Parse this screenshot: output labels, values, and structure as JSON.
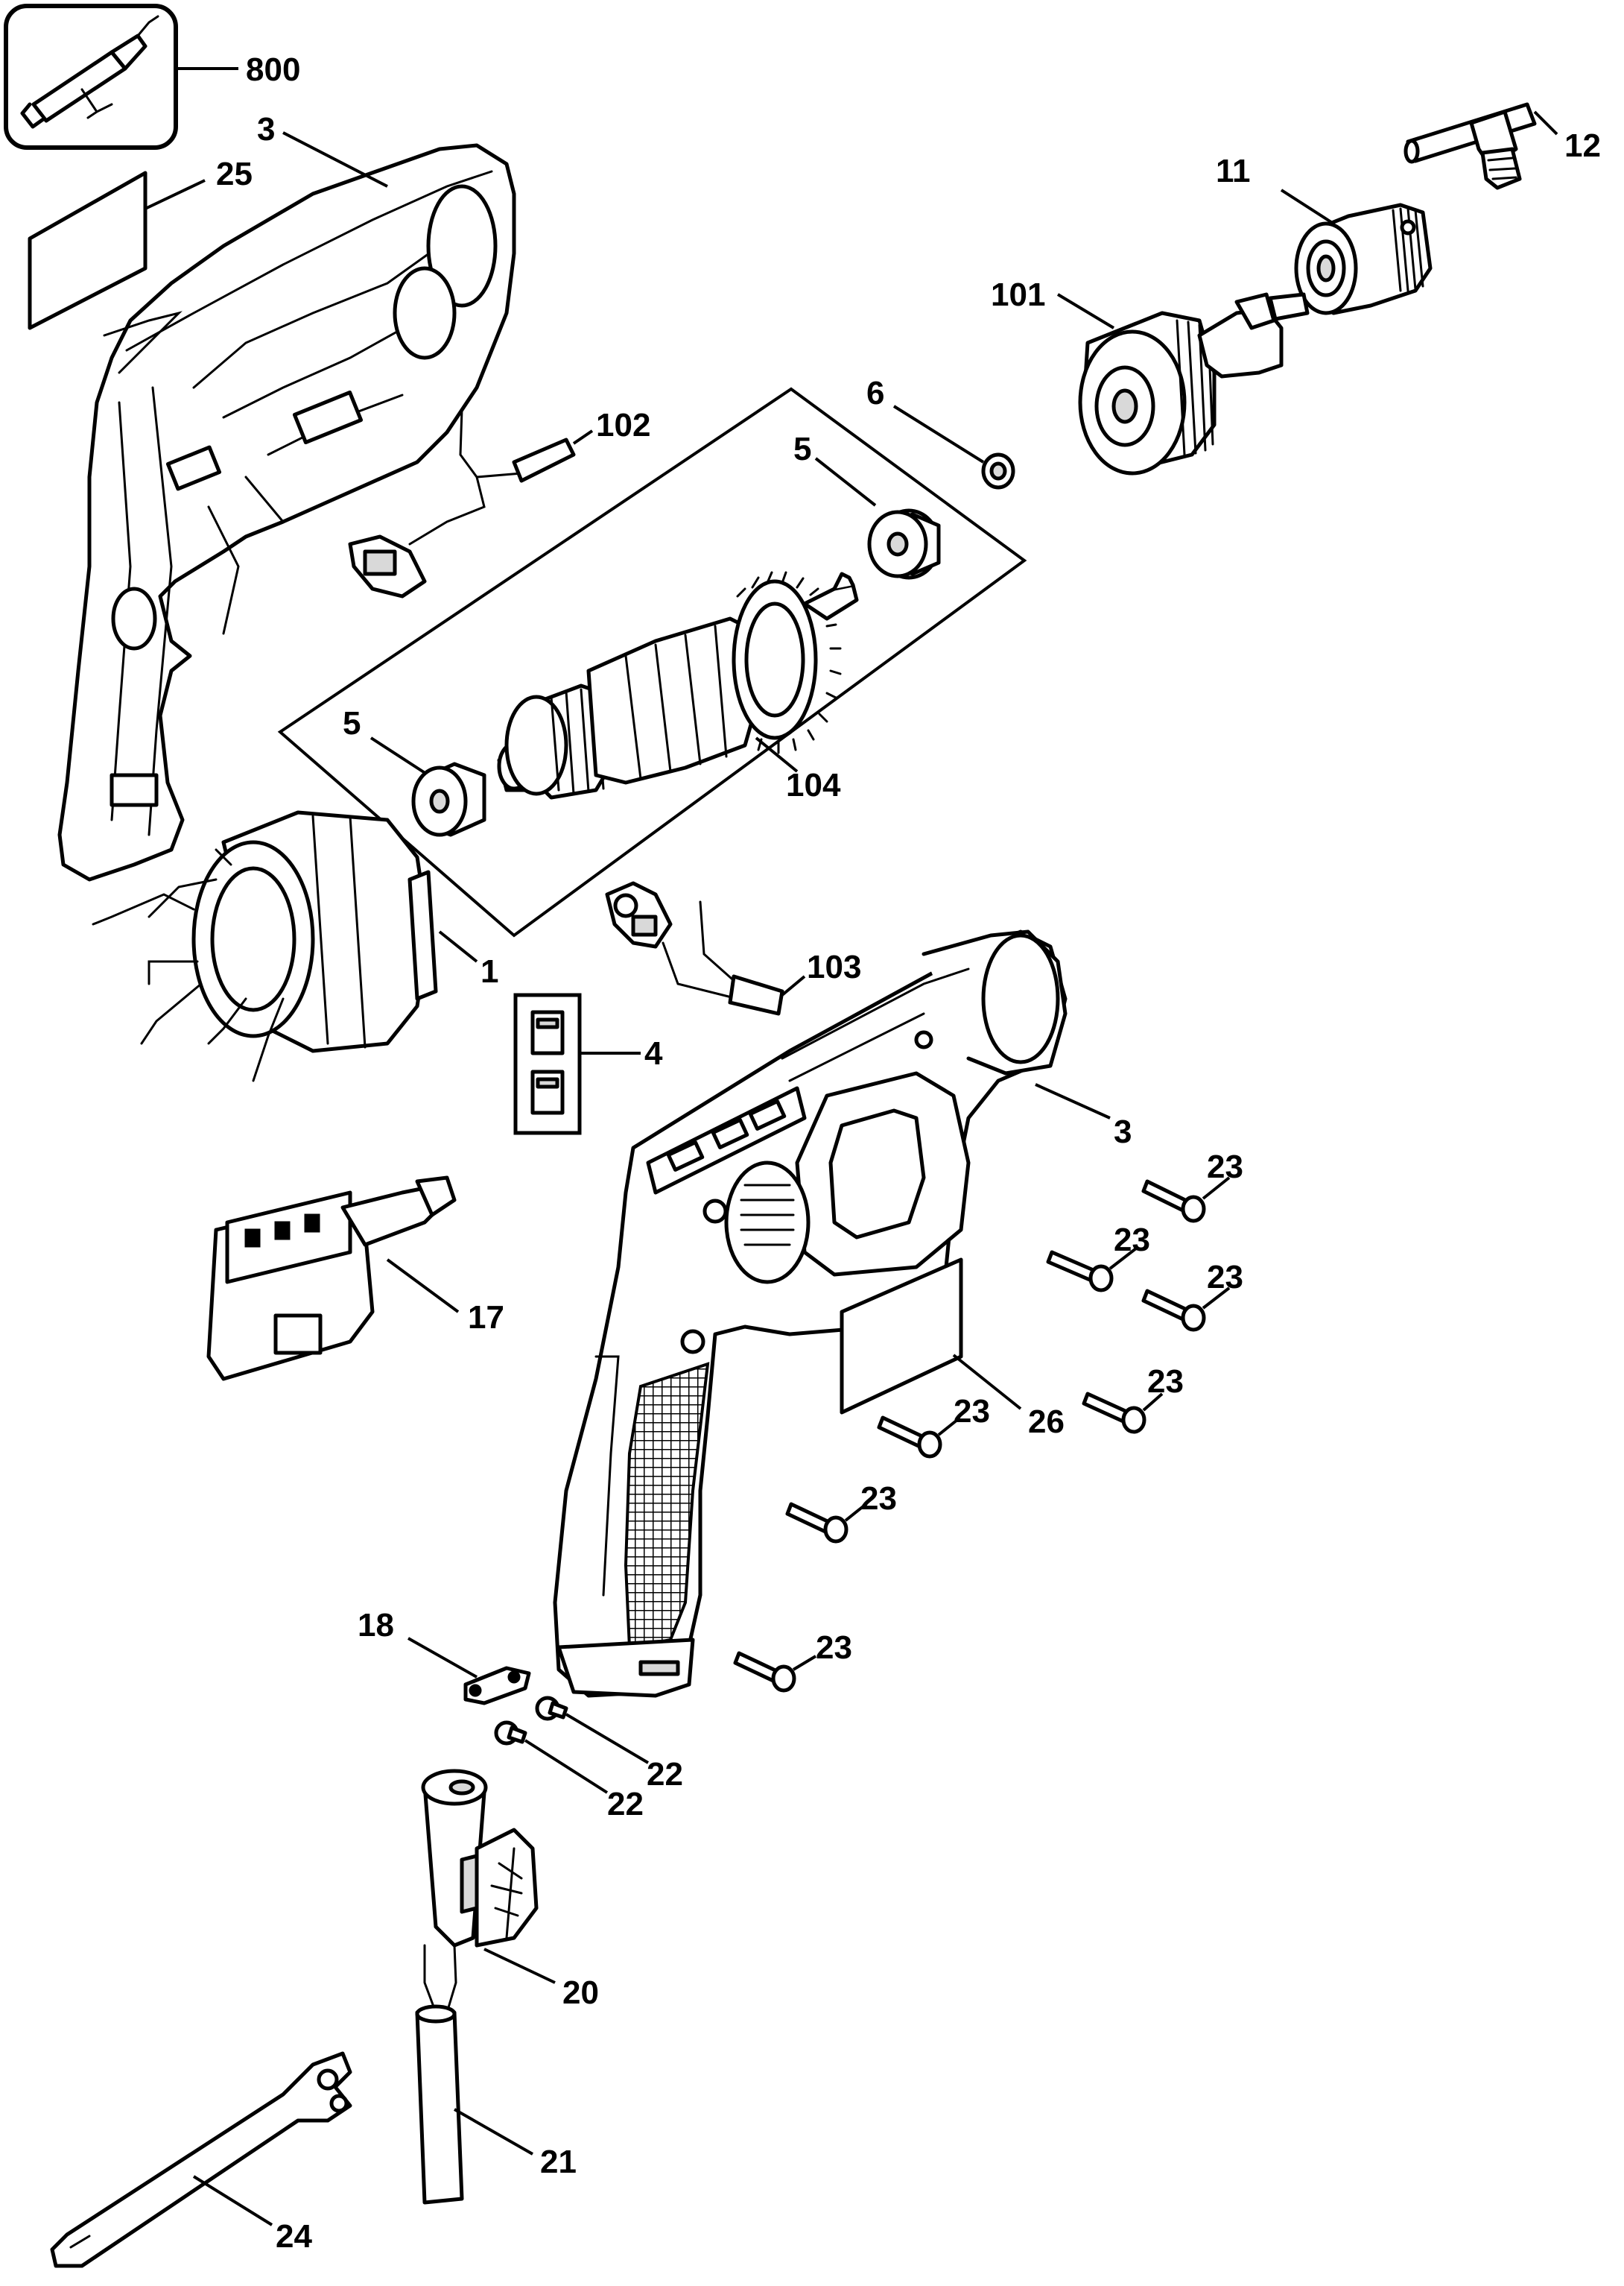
{
  "callouts": {
    "c800": "800",
    "c3a": "3",
    "c25": "25",
    "c12": "12",
    "c11": "11",
    "c101": "101",
    "c6": "6",
    "c102": "102",
    "c5a": "5",
    "c5b": "5",
    "c104": "104",
    "c1": "1",
    "c103": "103",
    "c4": "4",
    "c3b": "3",
    "c23a": "23",
    "c23b": "23",
    "c23c": "23",
    "c17": "17",
    "c23d": "23",
    "c23e": "23",
    "c26": "26",
    "c23f": "23",
    "c18": "18",
    "c23g": "23",
    "c22a": "22",
    "c22b": "22",
    "c20": "20",
    "c21": "21",
    "c24": "24"
  },
  "icons": {
    "service_kit_icon": "drill-service-kit-icon"
  }
}
